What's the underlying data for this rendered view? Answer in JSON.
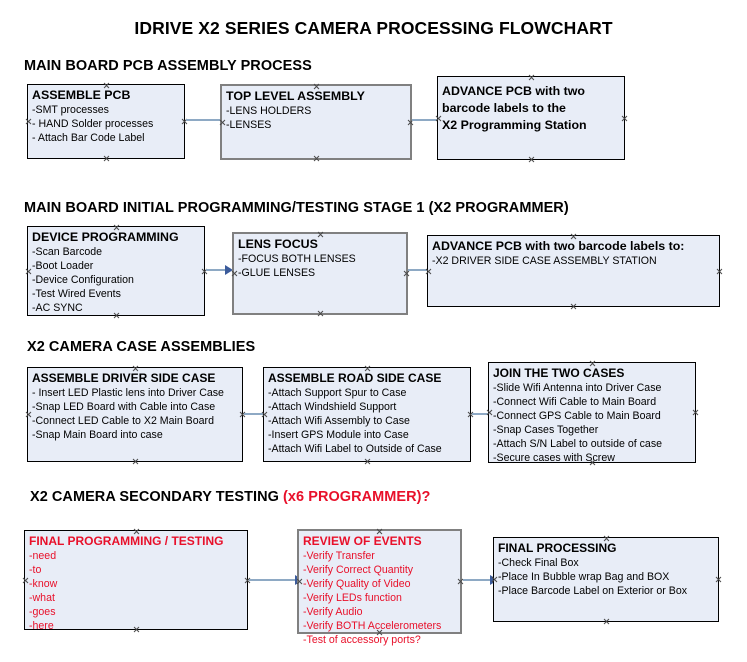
{
  "document": {
    "title": "IDRIVE X2  SERIES CAMERA PROCESSING FLOWCHART"
  },
  "colors": {
    "box_fill": "#e8edf7",
    "box_border": "#000000",
    "box_border_gray": "#808080",
    "accent_red": "#e8102a",
    "arrow_shaft": "#8ea9c4",
    "arrow_head": "#3b5b9b",
    "text": "#000000",
    "background": "#ffffff"
  },
  "sections": [
    {
      "heading": "MAIN BOARD PCB ASSEMBLY PROCESS",
      "heading_accent": "",
      "boxes": [
        {
          "title": "ASSEMBLE PCB",
          "title_lines": [
            "ASSEMBLE PCB"
          ],
          "lines": [
            "-SMT processes",
            "- HAND Solder processes",
            "- Attach Bar Code Label"
          ]
        },
        {
          "title": "TOP LEVEL ASSEMBLY",
          "title_lines": [
            "TOP LEVEL ASSEMBLY"
          ],
          "lines": [
            "-LENS HOLDERS",
            "-LENSES"
          ]
        },
        {
          "title": "ADVANCE PCB with two barcode labels to the X2 Programming Station",
          "title_lines": [
            "ADVANCE PCB with two",
            "barcode labels to the",
            " X2 Programming Station"
          ],
          "lines": []
        }
      ]
    },
    {
      "heading": "MAIN BOARD INITIAL PROGRAMMING/TESTING STAGE 1 (X2 PROGRAMMER)",
      "heading_accent": "",
      "boxes": [
        {
          "title": "DEVICE PROGRAMMING",
          "title_lines": [
            "DEVICE PROGRAMMING"
          ],
          "lines": [
            "-Scan Barcode",
            "-Boot Loader",
            "-Device Configuration",
            "-Test Wired Events",
            "-AC SYNC"
          ]
        },
        {
          "title": "LENS FOCUS",
          "title_lines": [
            "LENS FOCUS"
          ],
          "lines": [
            "-FOCUS BOTH LENSES",
            "-GLUE LENSES"
          ]
        },
        {
          "title": "ADVANCE PCB with two barcode labels to:",
          "title_lines": [
            "ADVANCE PCB with two barcode labels to:"
          ],
          "lines": [
            "-X2 DRIVER  SIDE  CASE  ASSEMBLY STATION"
          ]
        }
      ]
    },
    {
      "heading": "X2 CAMERA CASE ASSEMBLIES",
      "heading_accent": "",
      "boxes": [
        {
          "title": "ASSEMBLE DRIVER SIDE CASE",
          "title_lines": [
            "ASSEMBLE DRIVER SIDE CASE"
          ],
          "lines": [
            "- Insert LED Plastic lens into Driver Case",
            "-Snap LED Board with Cable into Case",
            "-Connect LED Cable to X2 Main Board",
            "-Snap Main Board into case"
          ]
        },
        {
          "title": "ASSEMBLE ROAD SIDE CASE",
          "title_lines": [
            "ASSEMBLE ROAD SIDE CASE"
          ],
          "lines": [
            "-Attach Support Spur to Case",
            "-Attach Windshield Support",
            "-Attach Wifi Assembly to Case",
            "-Insert GPS Module into Case",
            "-Attach Wifi Label to Outside of Case"
          ]
        },
        {
          "title": "JOIN THE TWO CASES",
          "title_lines": [
            "JOIN THE TWO CASES"
          ],
          "lines": [
            "-Slide Wifi Antenna into Driver Case",
            "-Connect Wifi Cable to Main Board",
            "-Connect GPS Cable to Main Board",
            "-Snap Cases Together",
            "-Attach S/N Label to outside of case",
            "-Secure cases with Screw"
          ]
        }
      ]
    },
    {
      "heading": "X2 CAMERA SECONDARY TESTING ",
      "heading_accent": "(x6 PROGRAMMER)?",
      "boxes": [
        {
          "title": "FINAL PROGRAMMING / TESTING",
          "title_lines": [
            "FINAL PROGRAMMING / TESTING"
          ],
          "lines": [
            "-need",
            "-to",
            "-know",
            "-what",
            "-goes",
            "-here"
          ]
        },
        {
          "title": "REVIEW OF EVENTS",
          "title_lines": [
            "REVIEW OF EVENTS"
          ],
          "lines": [
            "-Verify Transfer",
            "-Verify Correct Quantity",
            "-Verify Quality of Video",
            "-Verify LEDs function",
            "-Verify Audio",
            "-Verify BOTH Accelerometers",
            "-Test of accessory ports?"
          ]
        },
        {
          "title": "FINAL PROCESSING",
          "title_lines": [
            "FINAL PROCESSING"
          ],
          "lines": [
            " -Check Final Box",
            "-Place In Bubble wrap Bag and BOX",
            "-Place Barcode Label on Exterior or Box"
          ]
        }
      ]
    }
  ]
}
